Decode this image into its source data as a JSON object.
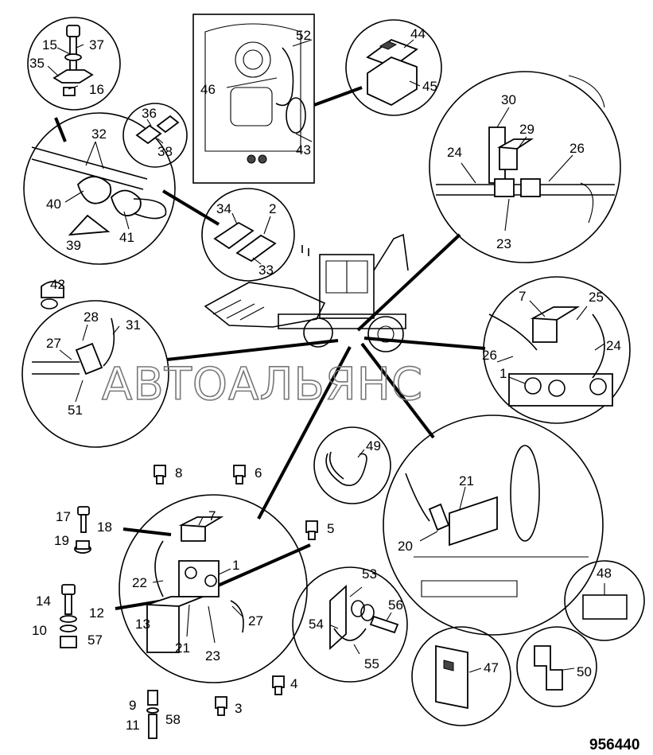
{
  "figure_code": "956440",
  "watermark": "АВТОАЛЬЯНС",
  "callouts": [
    "1",
    "2",
    "3",
    "4",
    "5",
    "6",
    "7",
    "8",
    "9",
    "10",
    "11",
    "12",
    "13",
    "14",
    "15",
    "16",
    "17",
    "18",
    "19",
    "20",
    "21",
    "22",
    "23",
    "24",
    "25",
    "26",
    "27",
    "28",
    "29",
    "30",
    "31",
    "32",
    "33",
    "34",
    "35",
    "36",
    "37",
    "38",
    "39",
    "40",
    "41",
    "42",
    "43",
    "44",
    "45",
    "46",
    "47",
    "48",
    "49",
    "50",
    "51",
    "52",
    "53",
    "54",
    "55",
    "56",
    "57",
    "58"
  ],
  "icons": [
    "bolt-icon",
    "washer-icon",
    "nut-icon",
    "clamp-icon",
    "hose-icon",
    "valve-block-icon",
    "adapter-icon",
    "rocker-switch-icon",
    "manual-booklet-icon",
    "cable-tie-icon",
    "bracket-icon",
    "backhoe-loader-icon"
  ]
}
